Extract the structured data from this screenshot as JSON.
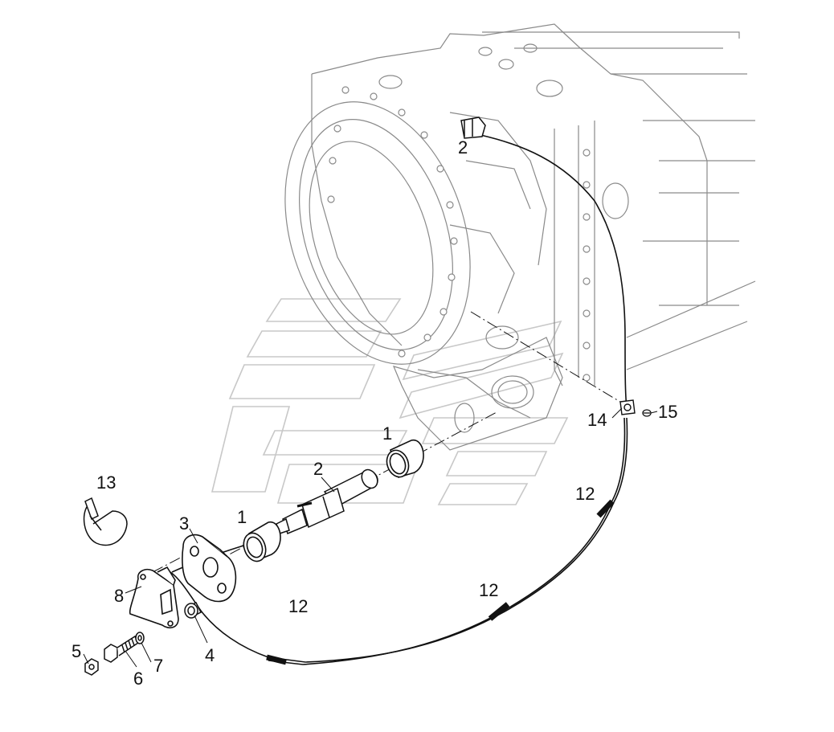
{
  "diagram": {
    "colors": {
      "line": "#111111",
      "ghost": "#8a8a8a",
      "watermark": "#c8c8c8",
      "background": "#ffffff"
    },
    "callouts": {
      "c1_upper": "1",
      "c1_lower": "1",
      "c2_upper": "2",
      "c2_lower": "2",
      "c3": "3",
      "c4": "4",
      "c5": "5",
      "c6": "6",
      "c7": "7",
      "c8": "8",
      "c12_a": "12",
      "c12_b": "12",
      "c12_c": "12",
      "c13": "13",
      "c14": "14",
      "c15": "15"
    }
  }
}
